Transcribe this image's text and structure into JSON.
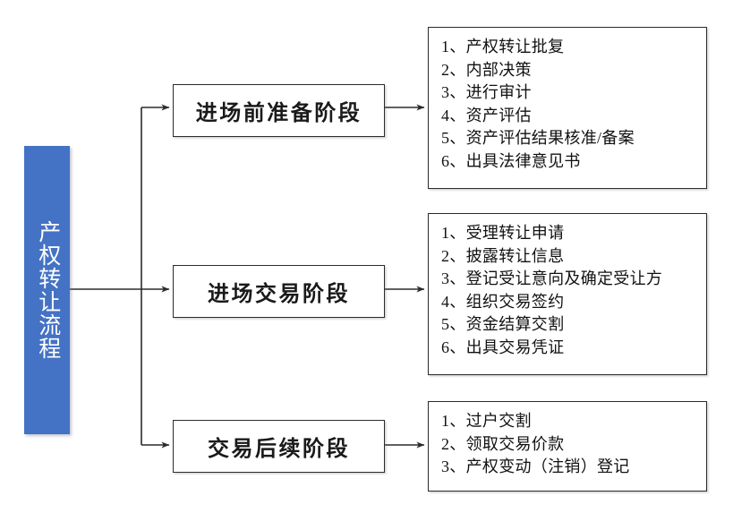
{
  "diagram": {
    "title": "产权转让流程",
    "root": {
      "label": "产权转让流程",
      "color": "#4472C4",
      "text_color": "#ffffff"
    },
    "line_color": "#2b2b2b",
    "box_border_color": "#2b2b2b",
    "box_fill": "#ffffff",
    "stages": [
      {
        "label": "进场前准备阶段",
        "details": [
          "1、产权转让批复",
          "2、内部决策",
          "3、进行审计",
          "4、资产评估",
          "5、资产评估结果核准/备案",
          "6、出具法律意见书"
        ]
      },
      {
        "label": "进场交易阶段",
        "details": [
          "1、受理转让申请",
          "2、披露转让信息",
          "3、登记受让意向及确定受让方",
          "4、组织交易签约",
          "5、资金结算交割",
          "6、出具交易凭证"
        ]
      },
      {
        "label": "交易后续阶段",
        "details": [
          "1、过户交割",
          "2、领取交易价款",
          "3、产权变动（注销）登记"
        ]
      }
    ]
  }
}
